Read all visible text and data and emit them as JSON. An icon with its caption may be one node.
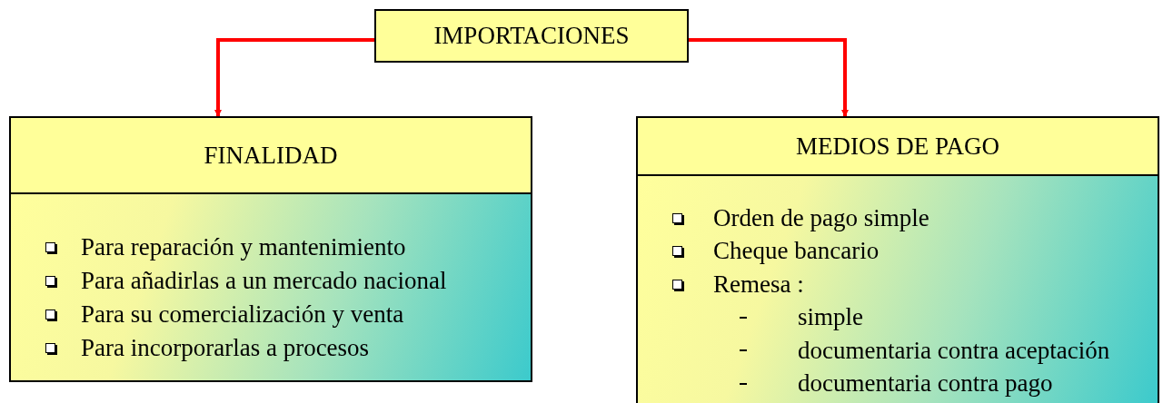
{
  "diagram": {
    "nodes": [
      {
        "text": [
          "IMPORTACIONES"
        ]
      },
      {
        "text": [
          "FINALIDAD",
          "Para reparación y mantenimiento",
          "Para añadirlas a un mercado nacional",
          "Para su comercialización y venta",
          "Para incorporarlas a procesos"
        ]
      },
      {
        "text": [
          "MEDIOS DE PAGO",
          "Orden de pago simple",
          "Cheque bancario",
          "Remesa :",
          "simple",
          "documentaria contra aceptación",
          "documentaria contra pago"
        ]
      }
    ],
    "edges": [
      {
        "from": 0,
        "to": 1,
        "arrow": "to"
      },
      {
        "from": 0,
        "to": 2,
        "arrow": "to"
      }
    ]
  }
}
